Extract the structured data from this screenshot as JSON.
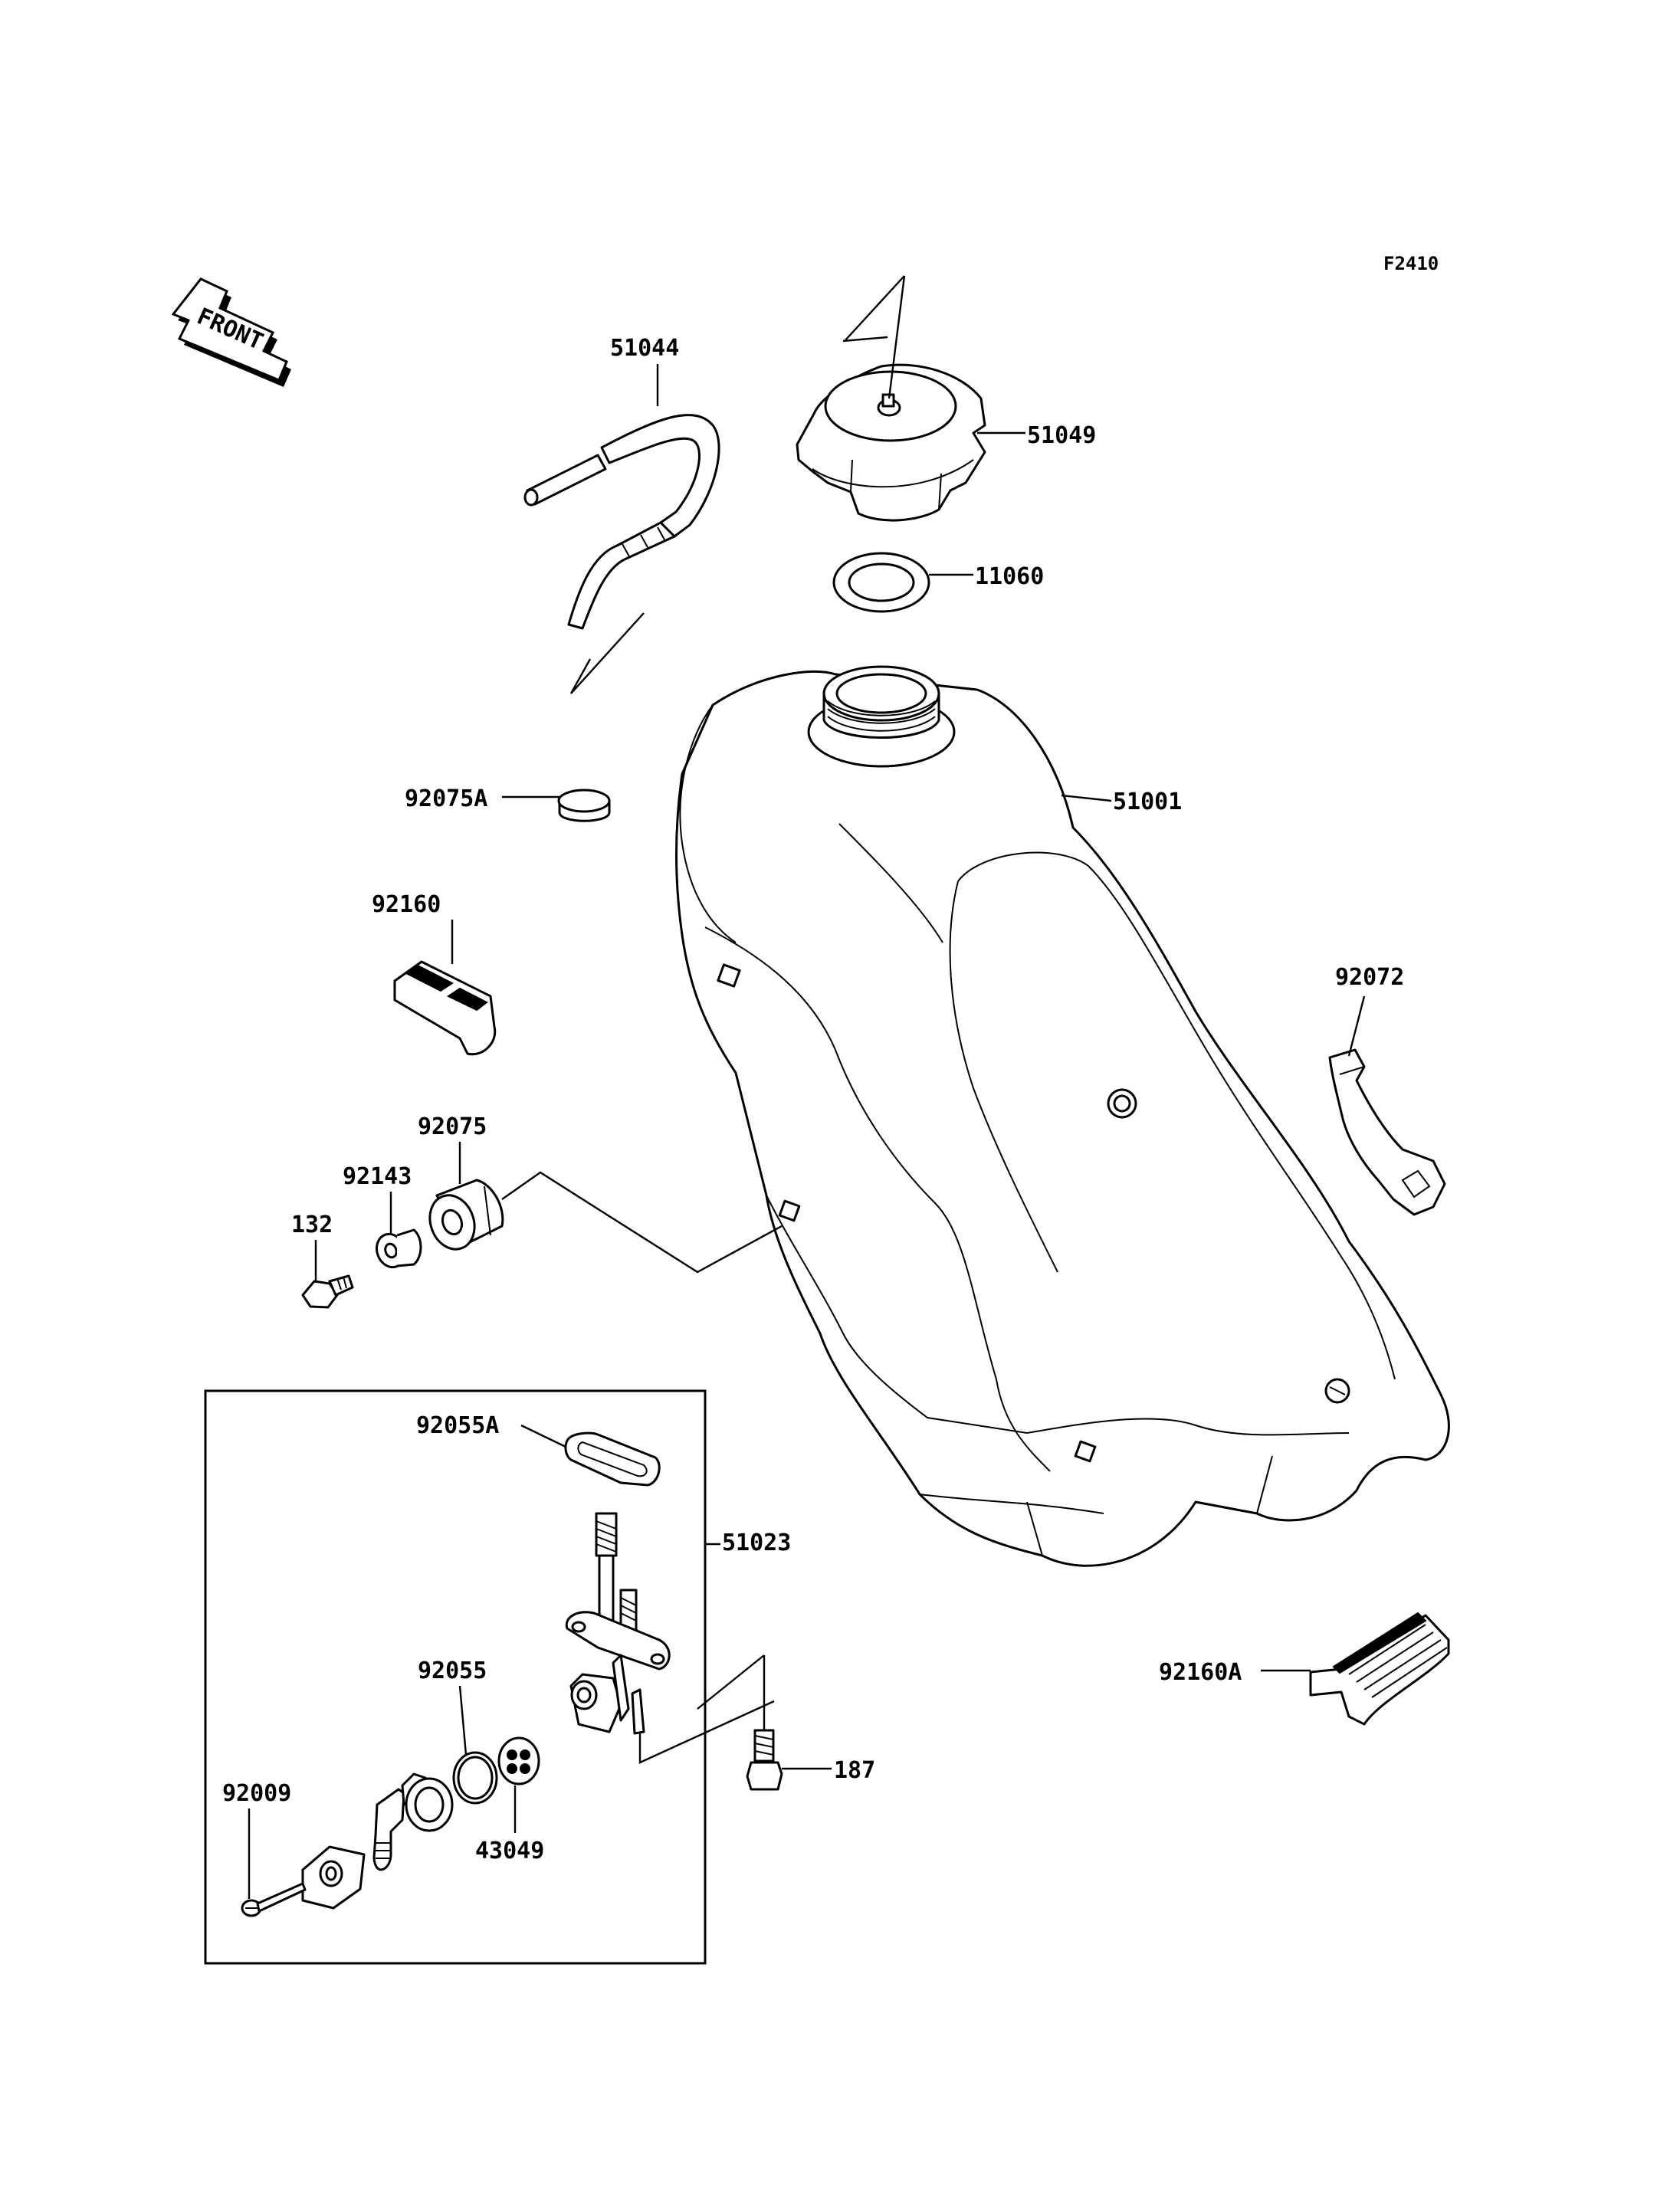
{
  "figure_code": "F2410",
  "front_arrow": {
    "label": "FRONT"
  },
  "parts": [
    {
      "id": "p51044",
      "number": "51044"
    },
    {
      "id": "p51049",
      "number": "51049"
    },
    {
      "id": "p11060",
      "number": "11060"
    },
    {
      "id": "p51001",
      "number": "51001"
    },
    {
      "id": "p92075A",
      "number": "92075A"
    },
    {
      "id": "p92160",
      "number": "92160"
    },
    {
      "id": "p92072",
      "number": "92072"
    },
    {
      "id": "p92075",
      "number": "92075"
    },
    {
      "id": "p92143",
      "number": "92143"
    },
    {
      "id": "p132",
      "number": "132"
    },
    {
      "id": "p92055A",
      "number": "92055A"
    },
    {
      "id": "p51023",
      "number": "51023"
    },
    {
      "id": "p92055",
      "number": "92055"
    },
    {
      "id": "p92009",
      "number": "92009"
    },
    {
      "id": "p43049",
      "number": "43049"
    },
    {
      "id": "p187",
      "number": "187"
    },
    {
      "id": "p92160A",
      "number": "92160A"
    }
  ]
}
